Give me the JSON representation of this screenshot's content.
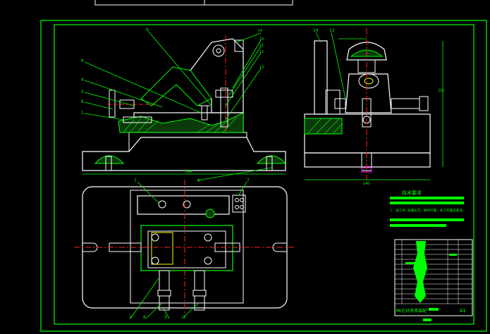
{
  "colors": {
    "background": "#000000",
    "frame": "#00ff00",
    "part": "#ffffff",
    "centerline": "#ff2020",
    "hatch": "#00ff00",
    "dimension": "#00ff00",
    "text": "#00ff00",
    "leader": "#00ff00",
    "fill_green": "#00ff00",
    "magenta": "#ff00ff",
    "cyan": "#00ffff",
    "yellow": "#ffff00"
  },
  "balloons": {
    "front": [
      "9",
      "8",
      "4",
      "3",
      "6",
      "1",
      "10",
      "11",
      "12",
      "13",
      "14"
    ],
    "side": [
      "14",
      "13"
    ],
    "plan": [
      "7",
      "7",
      "6",
      "8",
      "2",
      "3",
      "5"
    ]
  },
  "dimensions": {
    "front_width": "284",
    "side_width": "140",
    "side_height": "211"
  },
  "notes": {
    "title": "技术要求",
    "line1": "1. 加工件 表面光洁，铸件打磨，非工作面涂底漆。"
  },
  "title_block": {
    "name": "M6孔钻夹具装配",
    "sheet": "A1"
  }
}
